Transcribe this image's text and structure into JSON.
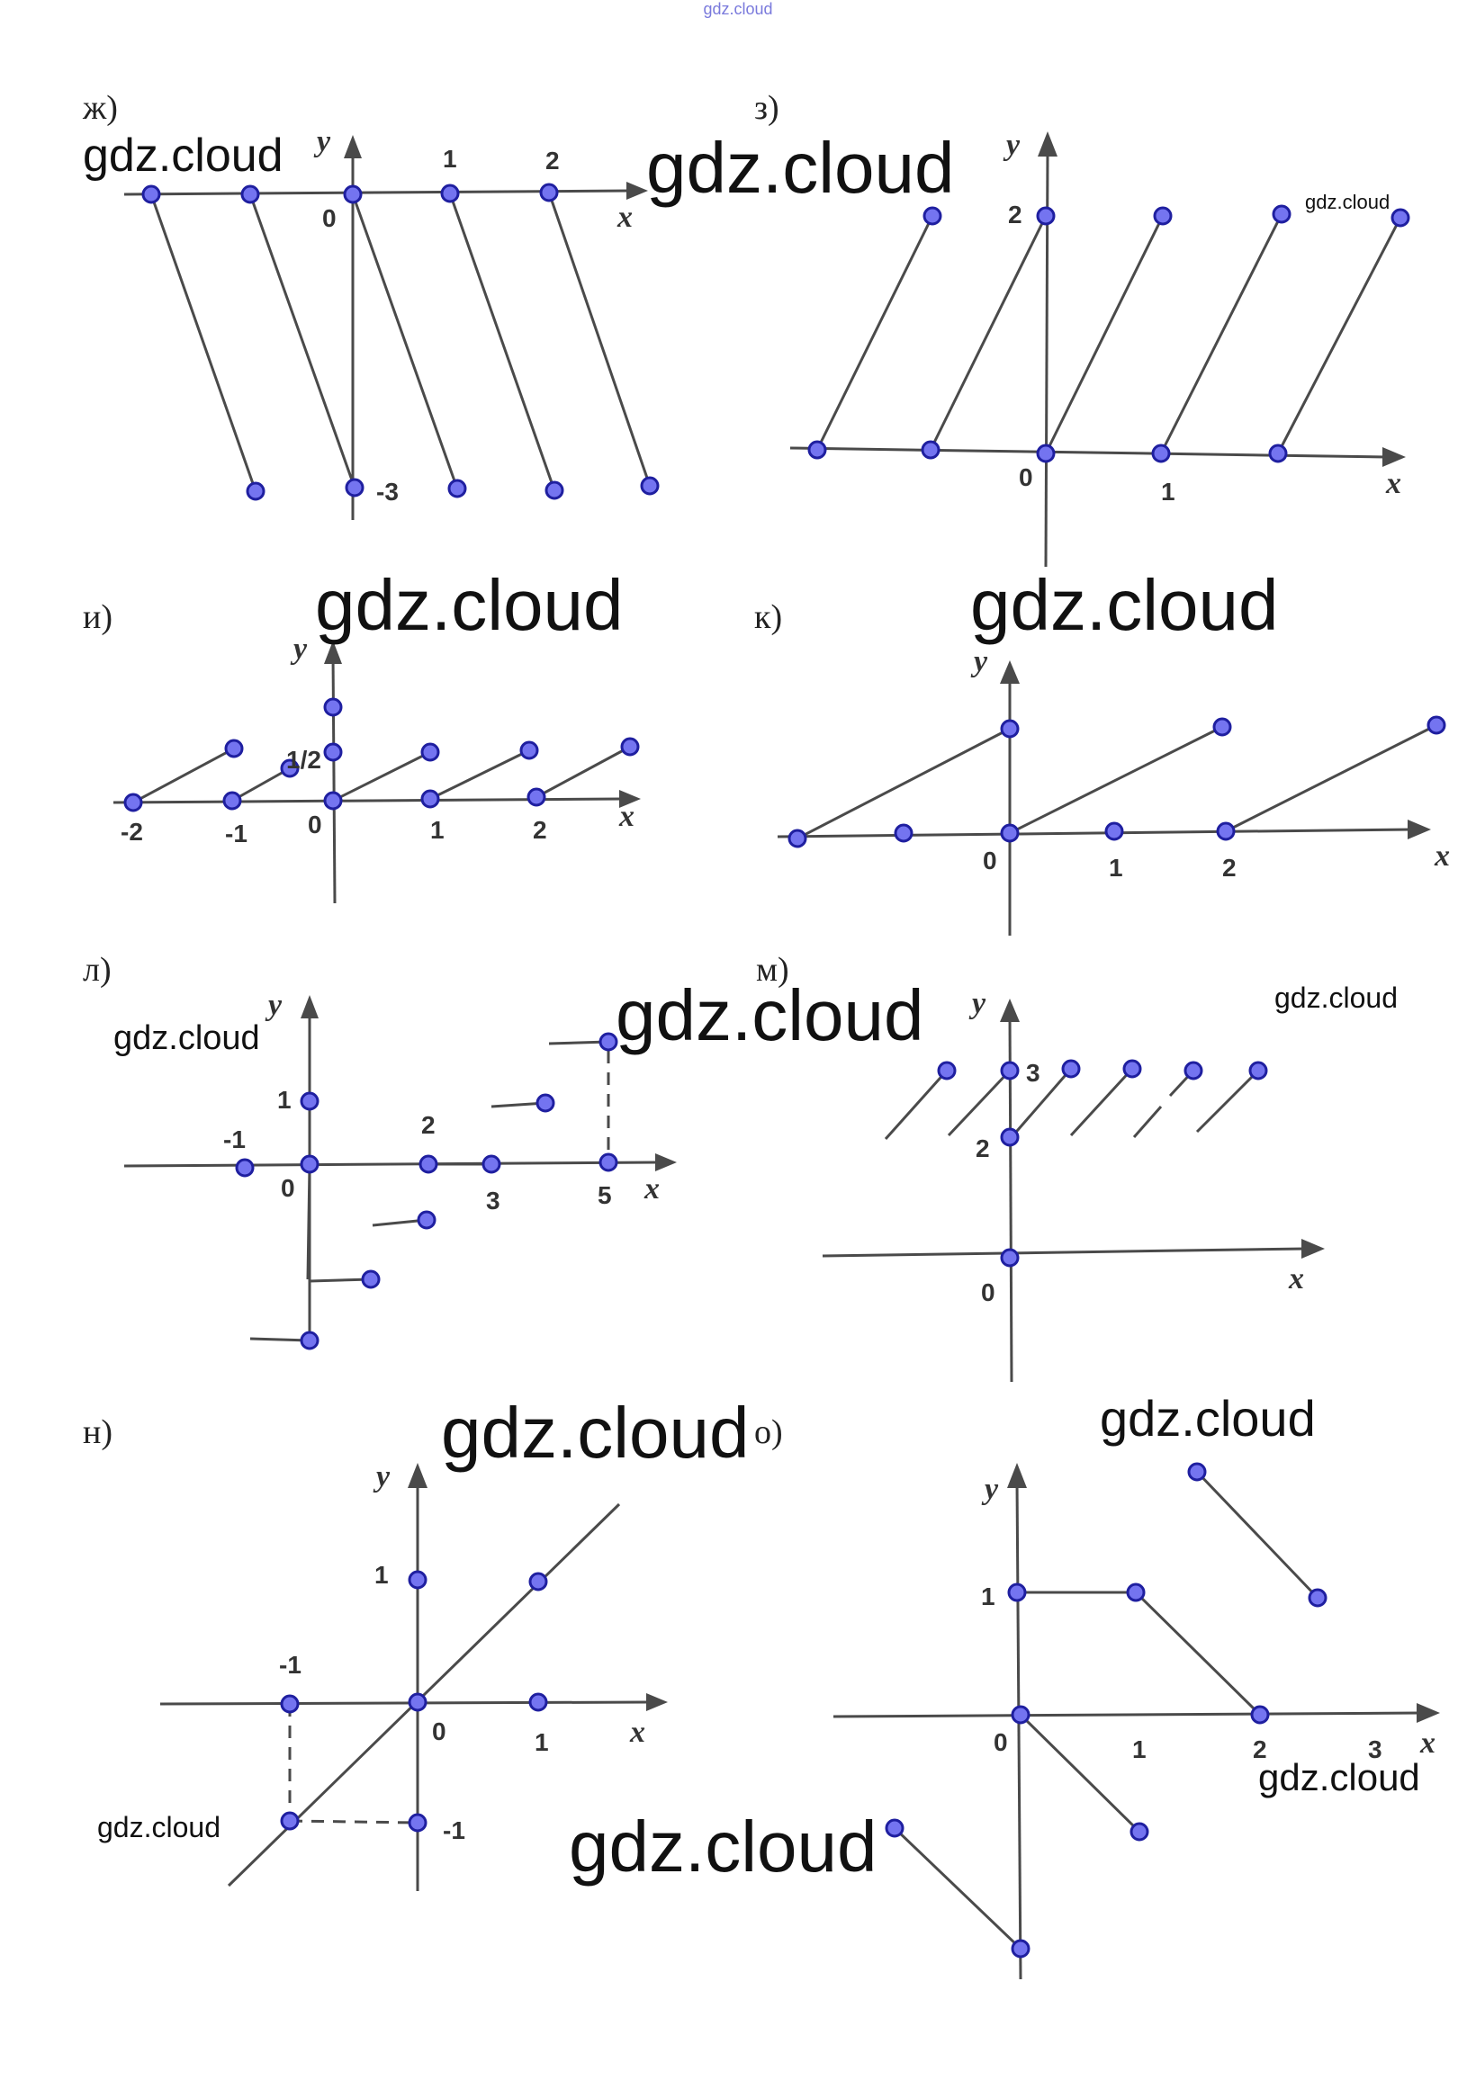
{
  "top_watermark": "gdz.cloud",
  "watermark": "gdz.cloud",
  "colors": {
    "line": "#4a4a4a",
    "dot_fill": "#7474f0",
    "dot_stroke": "#1f1fa0",
    "text": "#222222",
    "watermark_top": "#7a7adc"
  },
  "panels": [
    {
      "label": "ж)",
      "axis_x": "x",
      "axis_y": "y",
      "ticks": [
        "0",
        "1",
        "2",
        "-3"
      ]
    },
    {
      "label": "з)",
      "axis_x": "x",
      "axis_y": "y",
      "ticks": [
        "2",
        "0",
        "1"
      ]
    },
    {
      "label": "и)",
      "axis_x": "x",
      "axis_y": "y",
      "ticks": [
        "1/2",
        "-2",
        "-1",
        "0",
        "1",
        "2"
      ]
    },
    {
      "label": "к)",
      "axis_x": "x",
      "axis_y": "y",
      "ticks": [
        "0",
        "1",
        "2"
      ]
    },
    {
      "label": "л)",
      "axis_x": "x",
      "axis_y": "y",
      "ticks": [
        "1",
        "-1",
        "2",
        "0",
        "3",
        "5"
      ]
    },
    {
      "label": "м)",
      "axis_x": "x",
      "axis_y": "y",
      "ticks": [
        "3",
        "2",
        "0"
      ]
    },
    {
      "label": "н)",
      "axis_x": "x",
      "axis_y": "y",
      "ticks": [
        "1",
        "-1",
        "0",
        "1",
        "-1"
      ]
    },
    {
      "label": "о)",
      "axis_x": "x",
      "axis_y": "y",
      "ticks": [
        "1",
        "0",
        "1",
        "2",
        "3"
      ]
    }
  ]
}
